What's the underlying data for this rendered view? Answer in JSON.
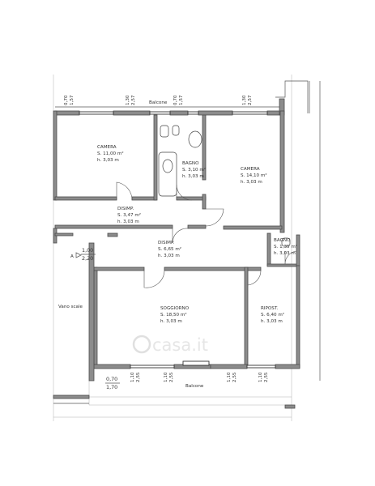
{
  "rooms": [
    {
      "name": "CAMERA",
      "area": "S. 11,00 m²",
      "height": "h. 3,03 m"
    },
    {
      "name": "BAGNO",
      "area": "S. 3,10 m²",
      "height": "h. 3,03 m"
    },
    {
      "name": "CAMERA",
      "area": "S. 14,10 m²",
      "height": "h. 3,03 m"
    },
    {
      "name": "DISIMP.",
      "area": "S. 3,47 m²",
      "height": "h. 3,03 m"
    },
    {
      "name": "DISIMP.",
      "area": "S. 6,65 m²",
      "height": "h. 3,03 m"
    },
    {
      "name": "BAGNO",
      "area": "S. 1,35 m²",
      "height": "h. 3,03 m"
    },
    {
      "name": "SOGGIORNO",
      "area": "S. 18,50 m²",
      "height": "h. 3,03 m"
    },
    {
      "name": "RIPOST.",
      "area": "S. 6,40 m²",
      "height": "h. 3,03 m"
    }
  ],
  "labels": {
    "balcone_top": "Balcone",
    "balcone_bottom": "Balcone",
    "vano_scale": "Vano scale",
    "watermark": "casa.it"
  },
  "window_dims_top": [
    {
      "w": "0,70",
      "h": "1,57"
    },
    {
      "w": "1,30",
      "h": "2,57"
    },
    {
      "w": "0,70",
      "h": "1,57"
    },
    {
      "w": "1,30",
      "h": "2,57"
    }
  ],
  "window_dims_bottom": [
    {
      "w": "1,10",
      "h": "2,55"
    },
    {
      "w": "1,10",
      "h": "2,55"
    },
    {
      "w": "1,10",
      "h": "2,55"
    }
  ],
  "side_dims": {
    "a_label": "A",
    "a_w": "1,00",
    "a_h": "2,20",
    "balcone_w": "0,70",
    "balcone_h": "1,70"
  }
}
